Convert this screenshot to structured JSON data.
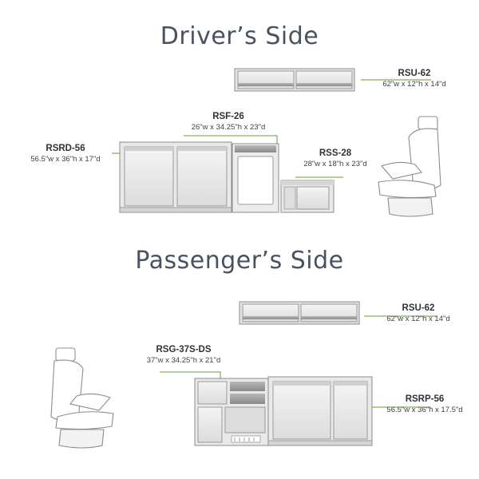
{
  "driver_side": {
    "title": "Driver’s Side",
    "units": [
      {
        "model": "RSU-62",
        "dims": "62\"w x 12\"h x 14\"d"
      },
      {
        "model": "RSF-26",
        "dims": "26\"w x 34.25\"h x 23\"d"
      },
      {
        "model": "RSRD-56",
        "dims": "56.5\"w x 36\"h x 17\"d"
      },
      {
        "model": "RSS-28",
        "dims": "28\"w x 18\"h x 23\"d"
      }
    ]
  },
  "passenger_side": {
    "title": "Passenger’s Side",
    "units": [
      {
        "model": "RSU-62",
        "dims": "62\"w x 12\"h x 14\"d"
      },
      {
        "model": "RSG-37S-DS",
        "dims": "37\"w x 34.25\"h x 21\"d"
      },
      {
        "model": "RSRP-56",
        "dims": "56.5\"w x 36\"h x 17.5\"d"
      }
    ]
  },
  "colors": {
    "heading": "#4a5260",
    "leader_line": "#6a9a3a",
    "cabinet_fill": "#ececec",
    "cabinet_stroke": "#8c8c8c"
  }
}
